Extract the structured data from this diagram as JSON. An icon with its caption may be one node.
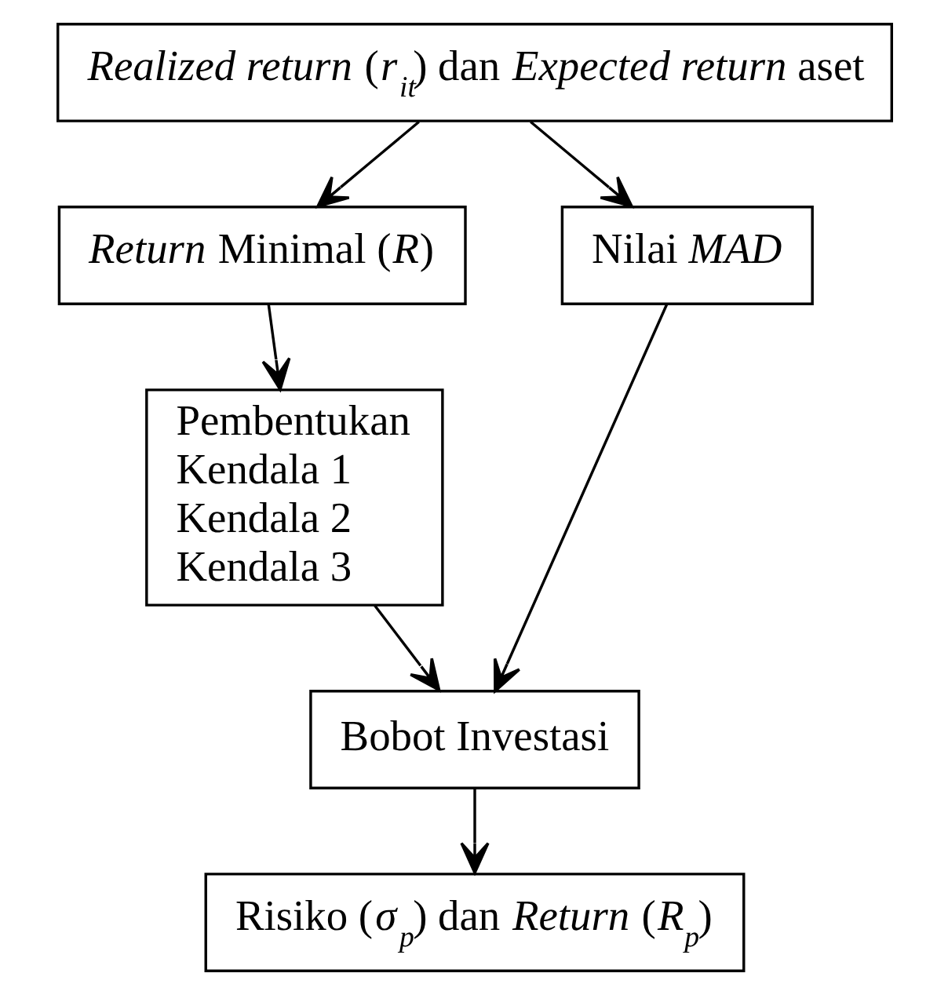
{
  "diagram": {
    "nodes": [
      {
        "text": [
          "*Realized return* (*r*$_{it}$) dan *Expected return* aset"
        ]
      },
      {
        "text": [
          "*Return* Minimal (*R*)"
        ]
      },
      {
        "text": [
          "Nilai *MAD*"
        ]
      },
      {
        "text": [
          "Pembentukan",
          "Kendala 1",
          "Kendala 2",
          "Kendala 3"
        ]
      },
      {
        "text": [
          "Bobot Investasi"
        ]
      },
      {
        "text": [
          "Risiko (*σ*$_{p}$) dan *Return* (*R*$_{p}$)"
        ]
      }
    ],
    "edges": [
      {
        "from": 0,
        "to": 1,
        "arrow": "to"
      },
      {
        "from": 0,
        "to": 2,
        "arrow": "to"
      },
      {
        "from": 1,
        "to": 3,
        "arrow": "to"
      },
      {
        "from": 3,
        "to": 4,
        "arrow": "to"
      },
      {
        "from": 2,
        "to": 4,
        "arrow": "to"
      },
      {
        "from": 4,
        "to": 5,
        "arrow": "to"
      }
    ]
  }
}
